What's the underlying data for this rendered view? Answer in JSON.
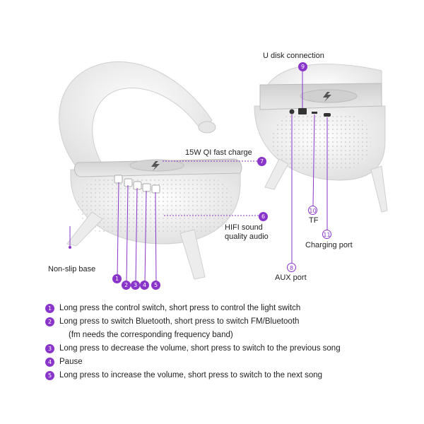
{
  "callouts": {
    "u_disk": "U disk connection",
    "qi_charge": "15W QI fast charge",
    "hifi_line1": "HIFI sound",
    "hifi_line2": "quality audio",
    "tf": "TF",
    "charging_port": "Charging port",
    "aux_port": "AUX port",
    "non_slip": "Non-slip base"
  },
  "numbers": {
    "n1": "1",
    "n2": "2",
    "n3": "3",
    "n4": "4",
    "n5": "5",
    "n6": "6",
    "n7": "7",
    "n8": "8",
    "n9": "9",
    "n10": "10",
    "n11": "11"
  },
  "legend": [
    {
      "num": "1",
      "text": "Long press the control switch, short press to control the light switch"
    },
    {
      "num": "2",
      "text": "Long press to switch Bluetooth, short press to switch FM/Bluetooth"
    },
    {
      "num": "3",
      "text": "Long press to decrease the volume, short press to switch to the previous song"
    },
    {
      "num": "4",
      "text": "Pause"
    },
    {
      "num": "5",
      "text": "Long press to increase the volume, short press to switch to the next song"
    }
  ],
  "legend_note": "(fm needs the corresponding frequency band)",
  "colors": {
    "accent": "#8a35c9",
    "device": "#f4f4f4",
    "top_panel": "#d8d8d8"
  }
}
